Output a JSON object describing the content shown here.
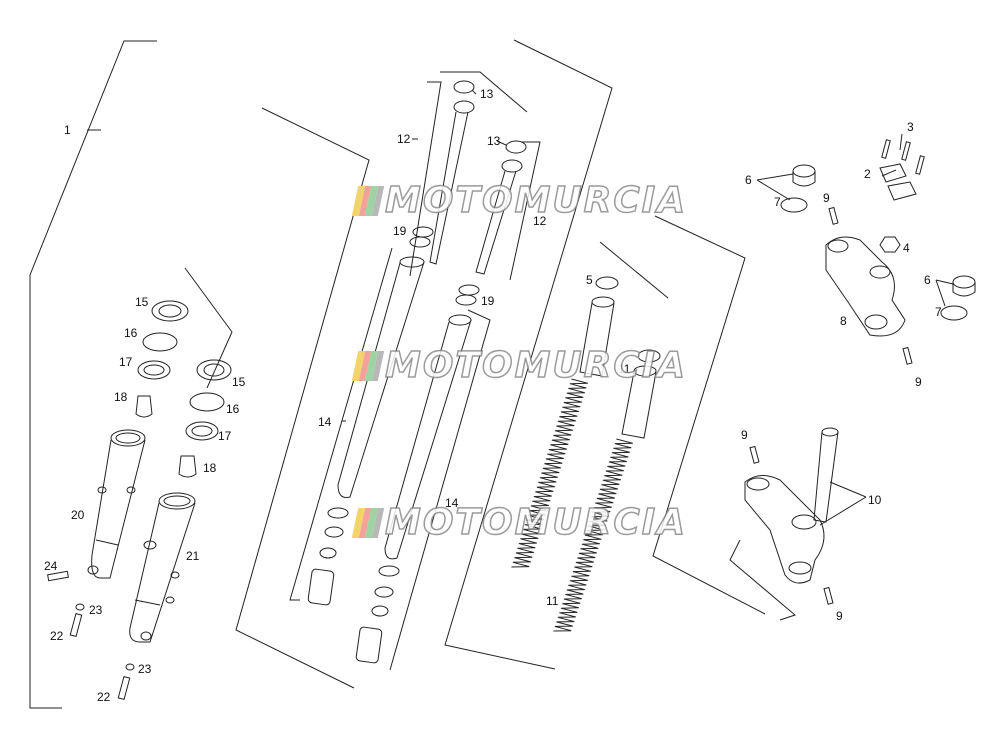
{
  "watermark": {
    "text": "MOTOMURCIA",
    "colors": [
      "#f2d46b",
      "#f3a29a",
      "#9fd3a4",
      "#b8b8b8"
    ]
  },
  "callouts": [
    {
      "id": "1",
      "label": "1"
    },
    {
      "id": "2",
      "label": "2"
    },
    {
      "id": "3",
      "label": "3"
    },
    {
      "id": "4",
      "label": "4"
    },
    {
      "id": "5",
      "label": "5"
    },
    {
      "id": "6a",
      "label": "6"
    },
    {
      "id": "6b",
      "label": "6"
    },
    {
      "id": "7a",
      "label": "7"
    },
    {
      "id": "7b",
      "label": "7"
    },
    {
      "id": "8",
      "label": "8"
    },
    {
      "id": "9a",
      "label": "9"
    },
    {
      "id": "9b",
      "label": "9"
    },
    {
      "id": "9c",
      "label": "9"
    },
    {
      "id": "9d",
      "label": "9"
    },
    {
      "id": "10",
      "label": "10"
    },
    {
      "id": "11a",
      "label": "11"
    },
    {
      "id": "11b",
      "label": "11"
    },
    {
      "id": "12a",
      "label": "12"
    },
    {
      "id": "12b",
      "label": "12"
    },
    {
      "id": "13a",
      "label": "13"
    },
    {
      "id": "13b",
      "label": "13"
    },
    {
      "id": "14a",
      "label": "14"
    },
    {
      "id": "14b",
      "label": "14"
    },
    {
      "id": "15a",
      "label": "15"
    },
    {
      "id": "15b",
      "label": "15"
    },
    {
      "id": "16a",
      "label": "16"
    },
    {
      "id": "16b",
      "label": "16"
    },
    {
      "id": "17a",
      "label": "17"
    },
    {
      "id": "17b",
      "label": "17"
    },
    {
      "id": "18a",
      "label": "18"
    },
    {
      "id": "18b",
      "label": "18"
    },
    {
      "id": "19a",
      "label": "19"
    },
    {
      "id": "19b",
      "label": "19"
    },
    {
      "id": "20",
      "label": "20"
    },
    {
      "id": "21",
      "label": "21"
    },
    {
      "id": "22a",
      "label": "22"
    },
    {
      "id": "22b",
      "label": "22"
    },
    {
      "id": "23a",
      "label": "23"
    },
    {
      "id": "23b",
      "label": "23"
    },
    {
      "id": "24",
      "label": "24"
    }
  ]
}
